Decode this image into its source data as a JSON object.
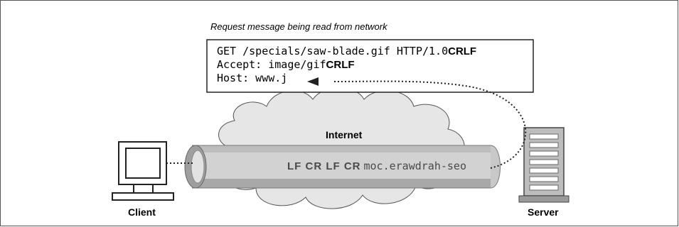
{
  "caption": "Request message being read from network",
  "message": {
    "line1": {
      "text": "GET /specials/saw-blade.gif HTTP/1.0",
      "suffix": "CRLF"
    },
    "line2": {
      "text": "Accept: image/gif",
      "suffix": "CRLF"
    },
    "line3": {
      "text": "Host: www.j"
    }
  },
  "network": {
    "label": "Internet",
    "stream_bold": "LF CR LF CR",
    "stream_plain": "moc.erawdrah-seo"
  },
  "client": {
    "label": "Client"
  },
  "server": {
    "label": "Server"
  },
  "colors": {
    "cloud": "#e6e6e6",
    "pipe": "#cfcfcf",
    "pipe_dark": "#9a9a9a",
    "outline": "#444444",
    "server_fill": "#bdbdbd"
  }
}
